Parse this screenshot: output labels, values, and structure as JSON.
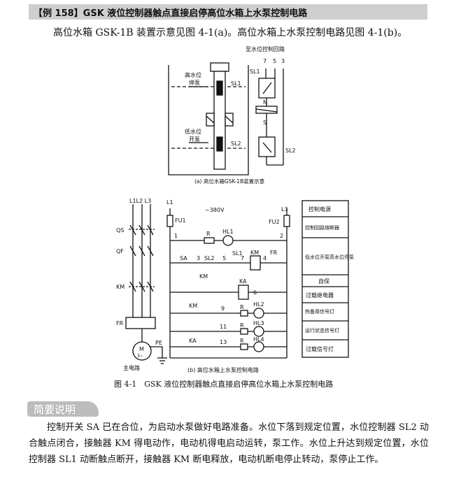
{
  "header": {
    "example": "【例 158】",
    "title": "GSK 液位控制器触点直接启停高位水箱上水泵控制电路"
  },
  "intro": "高位水箱 GSK-1B 装置示意见图 4-1(a)。高位水箱上水泵控制电路见图 4-1(b)。",
  "diagram_a": {
    "to_circuit": "至水位控制回路",
    "terms": [
      "7",
      "5",
      "3"
    ],
    "high_label_1": "高水位",
    "high_label_2": "停泵",
    "low_label_1": "低水位",
    "low_label_2": "开泵",
    "sl1": "SL1",
    "sl2": "SL2",
    "n": "N",
    "s": "S",
    "caption": "(a) 高位水箱GSK-1B装置示意"
  },
  "diagram_b": {
    "phase_labels": "L1L2 L3",
    "qs": "QS",
    "qf": "QF",
    "km": "KM",
    "fr": "FR",
    "motor_m": "M",
    "motor_3": "3~",
    "pe": "PE",
    "main_circuit": "主电路",
    "l1": "L1",
    "l3": "L3",
    "fu1": "FU1",
    "fu2": "FU2",
    "voltage": "~380V",
    "n1": "1",
    "n2": "2",
    "n3": "3",
    "n4": "4",
    "n5": "5",
    "n6": "6",
    "n7": "7",
    "n9": "9",
    "n11": "11",
    "n13": "13",
    "r": "R",
    "hl1": "HL1",
    "hl2": "HL2",
    "hl3": "HL3",
    "hl4": "HL4",
    "sa": "SA",
    "sl2": "SL2",
    "sl1": "SL1",
    "ka": "KA",
    "caption": "(b) 高位水箱上水泵控制电路",
    "side_labels": [
      "控制电源",
      "控制回路熔断器",
      "低水位开泵高水位停泵",
      "自保",
      "过载继电器",
      "热备用信号灯",
      "运行状态信号灯",
      "过载信号灯"
    ]
  },
  "figure_caption": "图 4-1　GSK 液位控制器触点直接启停高位水箱上水泵控制电路",
  "section_title": "简要说明",
  "body": "控制开关 SA 已在合位，为启动水泵做好电路准备。水位下落到规定位置，水位控制器 SL2 动合触点闭合，接触器 KM 得电动作，电动机得电启动运转，泵工作。水位上升达到规定位置，水位控制器 SL1 动断触点断开，接触器 KM 断电释放，电动机断电停止转动，泵停止工作。"
}
